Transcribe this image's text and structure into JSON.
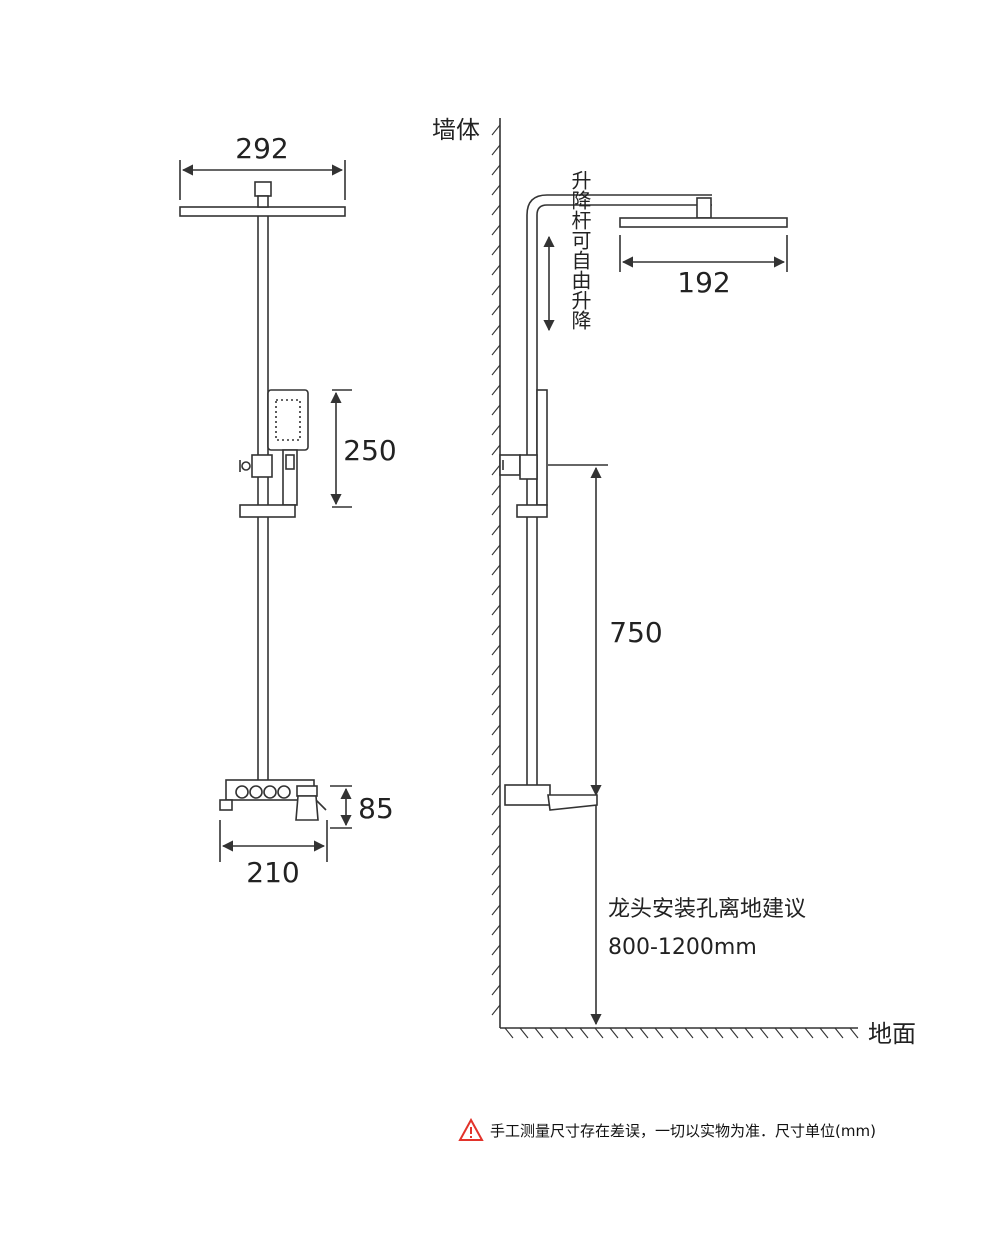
{
  "labels": {
    "wall": "墙体",
    "ground": "地面",
    "adjust": "升降杆可自由升降",
    "faucet_hint_line1": "龙头安装孔离地建议",
    "faucet_hint_line2": "800-1200mm"
  },
  "dimensions": {
    "head_width": "292",
    "head_depth": "192",
    "handshower_height": "250",
    "faucet_height_dim": "750",
    "mixer_height": "85",
    "mixer_width": "210"
  },
  "disclaimer": "手工测量尺寸存在差误，一切以实物为准．尺寸单位(mm)",
  "colors": {
    "line": "#333333",
    "warning": "#e2332b"
  },
  "icons": {
    "warning": "warning-triangle-icon"
  }
}
